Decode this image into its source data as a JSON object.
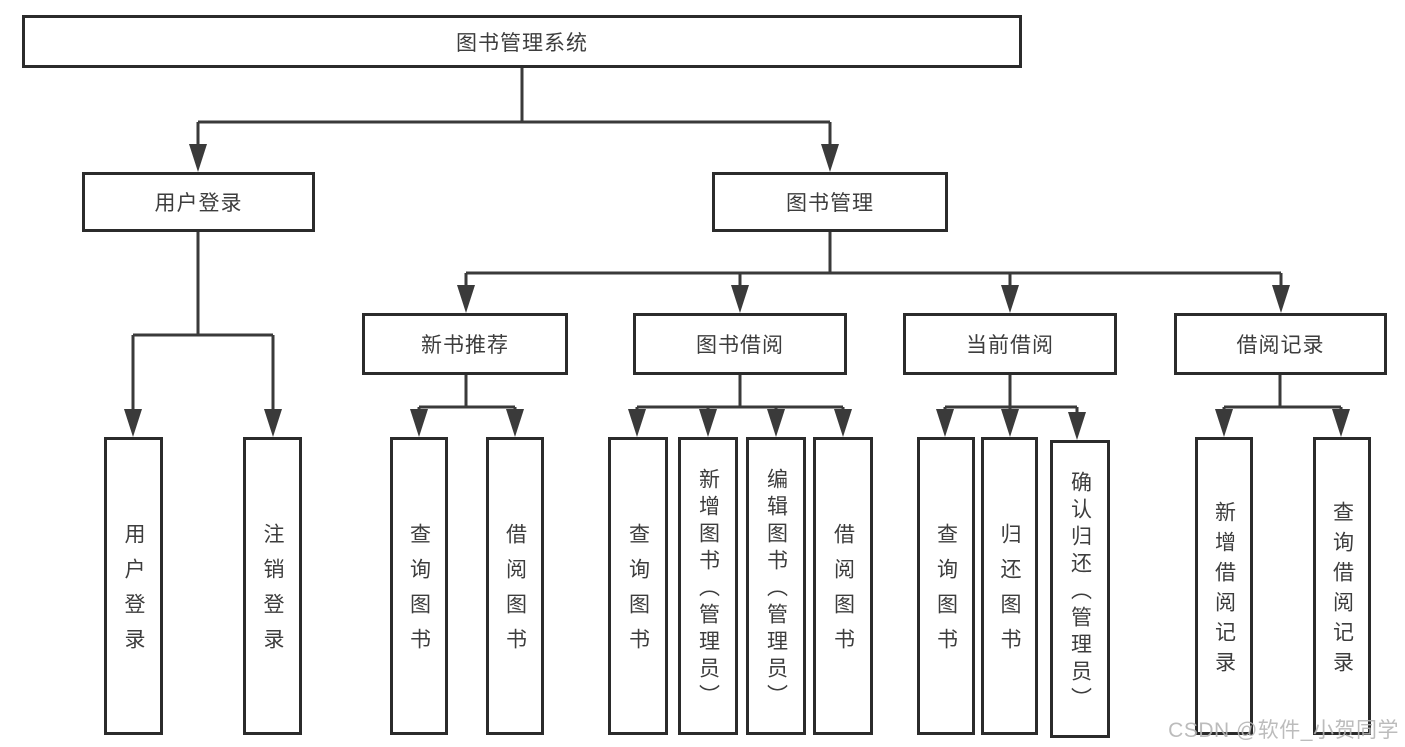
{
  "tree": {
    "label": "图书管理系统",
    "children": [
      {
        "label": "用户登录",
        "children": [
          {
            "label": "用户登录"
          },
          {
            "label": "注销登录"
          }
        ]
      },
      {
        "label": "图书管理",
        "children": [
          {
            "label": "新书推荐",
            "children": [
              {
                "label": "查询图书"
              },
              {
                "label": "借阅图书"
              }
            ]
          },
          {
            "label": "图书借阅",
            "children": [
              {
                "label": "查询图书"
              },
              {
                "label": "新增图书（管理员）"
              },
              {
                "label": "编辑图书（管理员）"
              },
              {
                "label": "借阅图书"
              }
            ]
          },
          {
            "label": "当前借阅",
            "children": [
              {
                "label": "查询图书"
              },
              {
                "label": "归还图书"
              },
              {
                "label": "确认归还（管理员）"
              }
            ]
          },
          {
            "label": "借阅记录",
            "children": [
              {
                "label": "新增借阅记录"
              },
              {
                "label": "查询借阅记录"
              }
            ]
          }
        ]
      }
    ]
  },
  "watermark": "CSDN @软件_小贺同学",
  "colors": {
    "line": "#3a3a3a",
    "box_border": "#2b2b2b",
    "text": "#3d3d3d",
    "watermark": "#b5b5b5",
    "background": "#ffffff"
  }
}
